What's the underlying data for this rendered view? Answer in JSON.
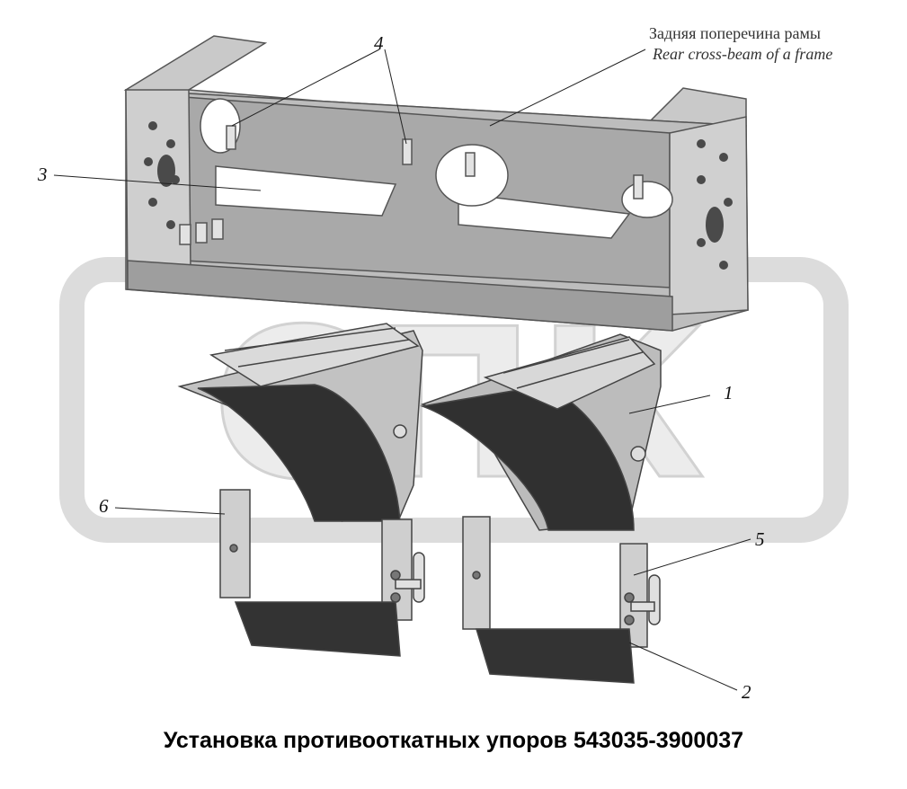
{
  "caption": "Установка противооткатных упоров 543035-3900037",
  "part_title": {
    "ru": "Задняя поперечина рамы",
    "en": "Rear cross-beam of a frame"
  },
  "callouts": {
    "c1": "1",
    "c2": "2",
    "c3": "3",
    "c4": "4",
    "c5": "5",
    "c6": "6"
  },
  "watermark_text": "СПК",
  "colors": {
    "metal_light": "#d4d4d4",
    "metal_mid": "#b2b2b2",
    "metal_dark": "#8a8a8a",
    "rubber": "#3a3a3a",
    "watermark": "#e0e0e0"
  }
}
